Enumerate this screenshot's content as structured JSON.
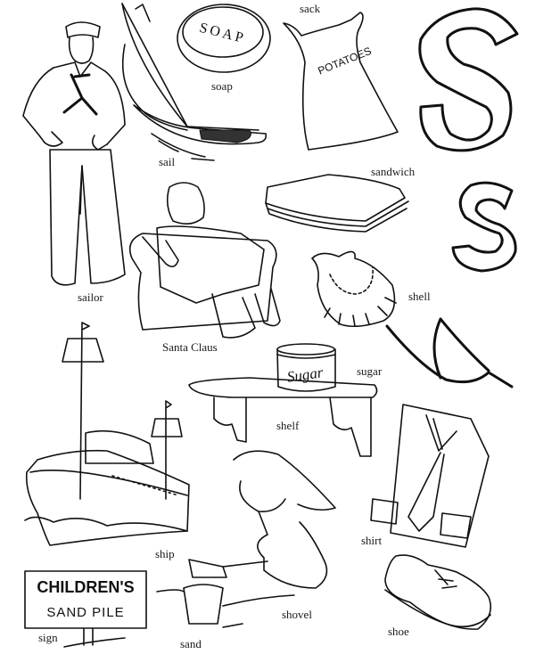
{
  "worksheet": {
    "letter_upper": "S",
    "letter_lower": "s",
    "ink_color": "#111111",
    "background": "#ffffff",
    "items": [
      {
        "id": "sailor",
        "label": "sailor"
      },
      {
        "id": "sail",
        "label": "sail"
      },
      {
        "id": "soap",
        "label": "soap",
        "text": "SOAP"
      },
      {
        "id": "sack",
        "label": "sack",
        "text": "POTATOES"
      },
      {
        "id": "sandwich",
        "label": "sandwich"
      },
      {
        "id": "santa",
        "label": "Santa Claus"
      },
      {
        "id": "shell",
        "label": "shell"
      },
      {
        "id": "sugar",
        "label": "sugar",
        "text": "Sugar"
      },
      {
        "id": "shelf",
        "label": "shelf"
      },
      {
        "id": "ship",
        "label": "ship"
      },
      {
        "id": "shirt",
        "label": "shirt"
      },
      {
        "id": "shovel",
        "label": "shovel"
      },
      {
        "id": "sign",
        "label": "sign",
        "text_line1": "CHILDREN'S",
        "text_line2": "SAND PILE"
      },
      {
        "id": "sand",
        "label": "sand"
      },
      {
        "id": "shoe",
        "label": "shoe"
      }
    ]
  }
}
